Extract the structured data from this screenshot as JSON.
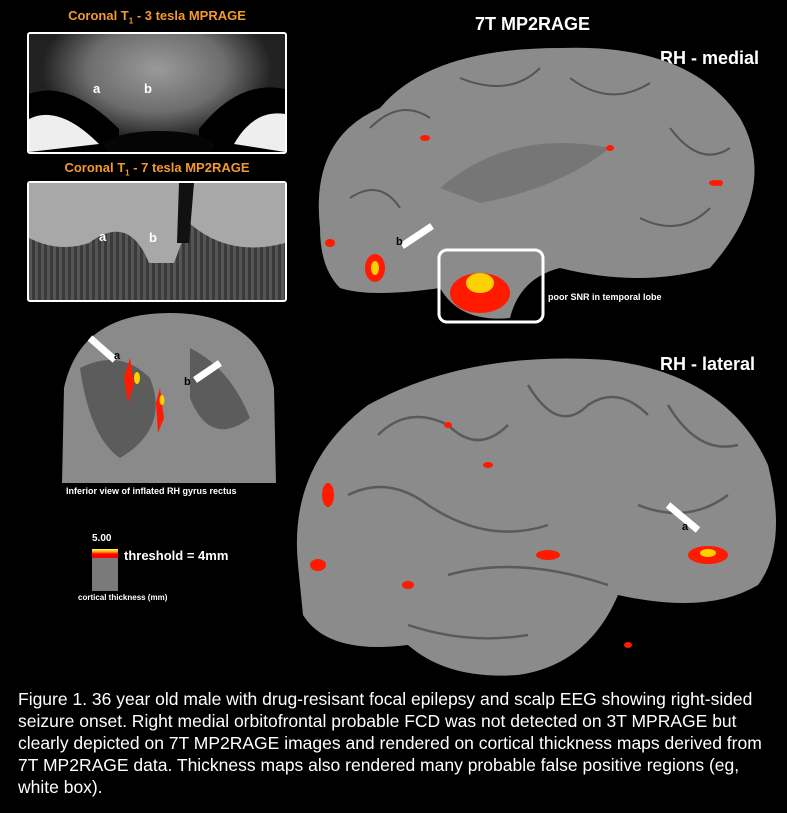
{
  "panels": {
    "mri_3t": {
      "title_pre": "Coronal T",
      "title_sub": "1",
      "title_post": " - 3 tesla MPRAGE",
      "label_a": "a",
      "label_b": "b"
    },
    "mri_7t": {
      "title_pre": "Coronal T",
      "title_sub": "1",
      "title_post": " - 7 tesla MP2RAGE",
      "label_a": "a",
      "label_b": "b"
    },
    "inflated": {
      "caption": "Inferior view of inflated RH gyrus rectus",
      "arrow_a": "a",
      "arrow_b": "b"
    },
    "legend": {
      "max_value": "5.00",
      "threshold": "threshold = 4mm",
      "axis_label": "cortical thickness (mm)",
      "colors": [
        "#ffff66",
        "#ff9900",
        "#ff0000",
        "#7a7a7a"
      ]
    },
    "surface": {
      "title": "7T MP2RAGE",
      "medial_label": "RH - medial",
      "lateral_label": "RH - lateral",
      "arrow_b": "b",
      "arrow_a": "a",
      "box_note": "poor SNR in temporal lobe"
    }
  },
  "caption": "Figure 1. 36 year old male with drug-resisant focal epilepsy and scalp EEG showing right-sided seizure onset. Right medial orbitofrontal probable FCD was not detected on 3T MPRAGE but clearly depicted on 7T MP2RAGE images and rendered on cortical thickness maps derived from 7T MP2RAGE data. Thickness maps also rendered many probable false positive regions (eg, white box)."
}
